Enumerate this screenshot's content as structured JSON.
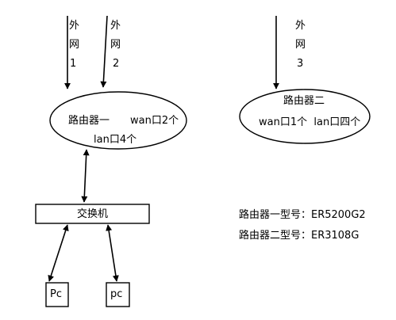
{
  "links": {
    "wan1": {
      "chars": [
        "外",
        "网",
        "1"
      ]
    },
    "wan2": {
      "chars": [
        "外",
        "网",
        "2"
      ]
    },
    "wan3": {
      "chars": [
        "外",
        "网",
        "3"
      ]
    }
  },
  "router1": {
    "name": "路由器一",
    "wan": "wan口2个",
    "lan": "lan口4个"
  },
  "router2": {
    "name": "路由器二",
    "ports": "wan口1个  lan口四个"
  },
  "switch": {
    "label": "交换机"
  },
  "pc1": {
    "label": "Pc"
  },
  "pc2": {
    "label": "pc"
  },
  "models": {
    "router1": "路由器一型号：ER5200G2",
    "router2": "路由器二型号：ER3108G"
  }
}
